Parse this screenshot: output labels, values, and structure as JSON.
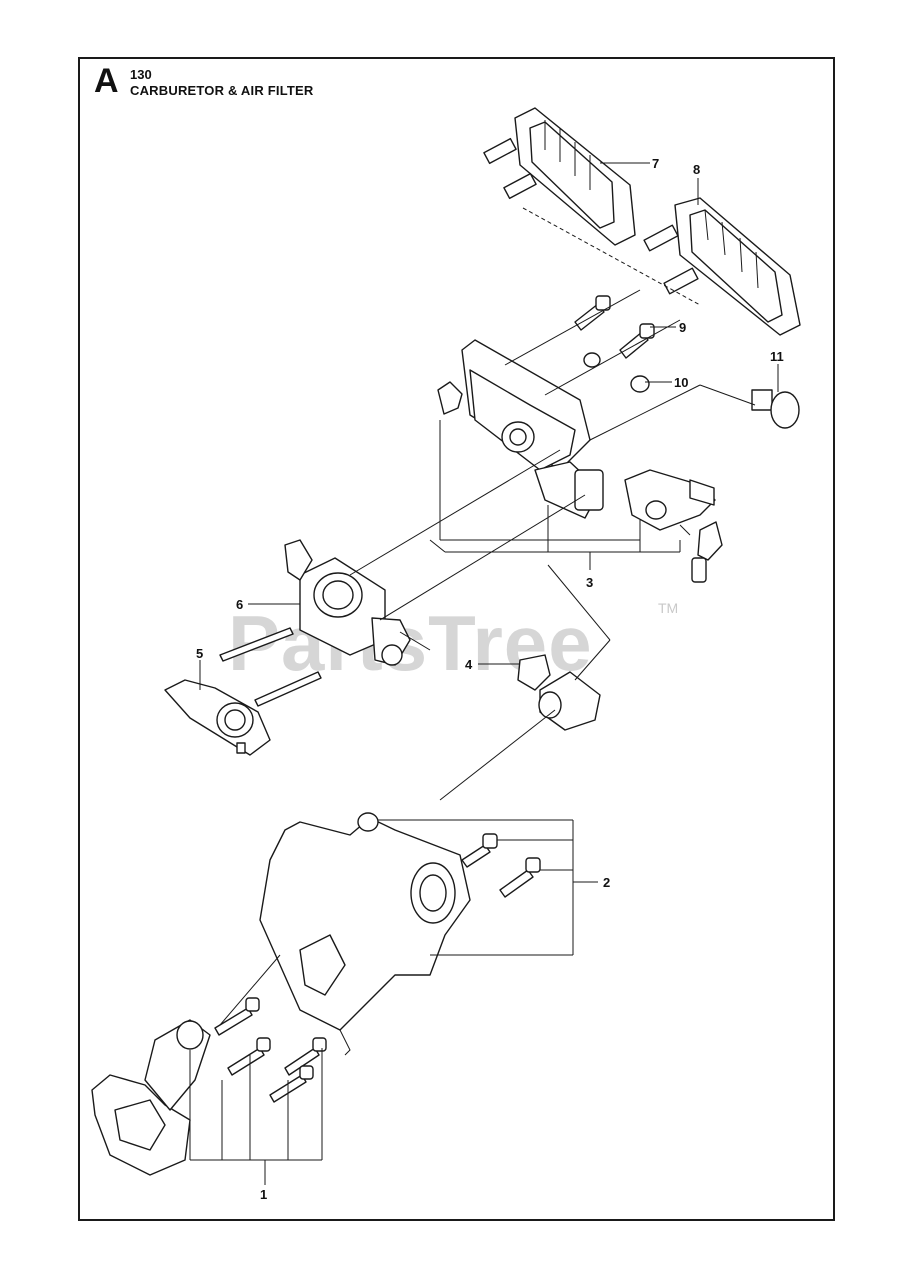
{
  "header": {
    "section_letter": "A",
    "section_number": "130",
    "section_title": "CARBURETOR & AIR FILTER"
  },
  "watermark": {
    "text": "PartsTree",
    "tm": "TM"
  },
  "callouts": {
    "c1": "1",
    "c2": "2",
    "c3": "3",
    "c4": "4",
    "c5": "5",
    "c6": "6",
    "c7": "7",
    "c8": "8",
    "c9": "9",
    "c10": "10",
    "c11": "11"
  }
}
